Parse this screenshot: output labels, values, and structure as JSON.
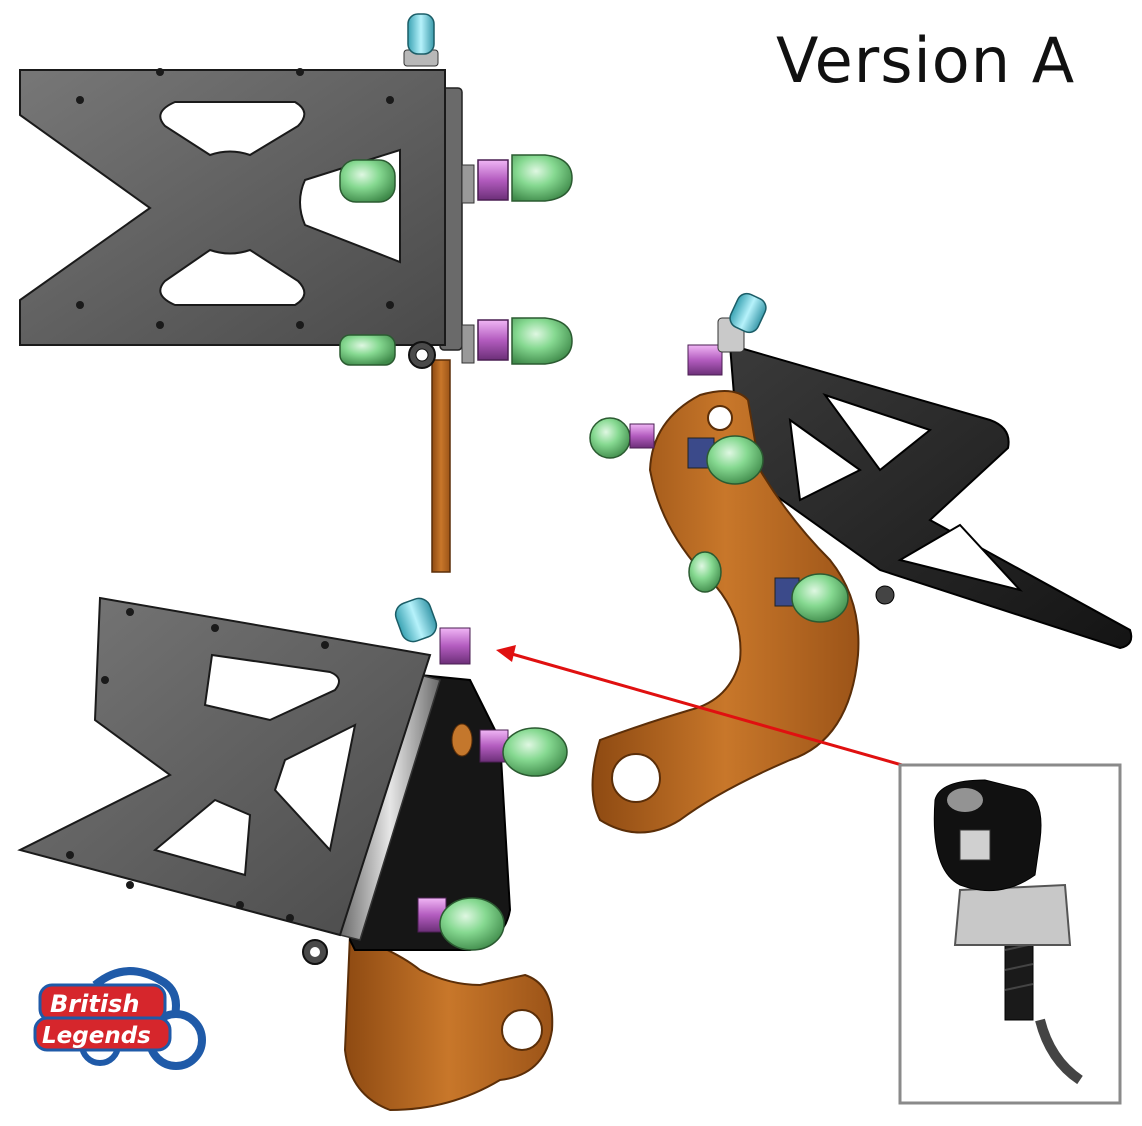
{
  "title": "Version A",
  "logo": {
    "line1": "British",
    "line2": "Legends"
  },
  "colors": {
    "plate": "#5a5a5a",
    "plate_dark": "#2a2a2a",
    "bracket": "#b8661e",
    "nut_green": "#7ed38a",
    "nut_pink": "#c06bc9",
    "bolt_cyan": "#6fd1df",
    "arrow": "#e01010",
    "inset_border": "#888888",
    "logo_red": "#d6262c",
    "logo_blue": "#1f5aa8"
  },
  "icons": [
    "license-plate-bracket",
    "led-bolt-light",
    "motorcycle-logo"
  ]
}
